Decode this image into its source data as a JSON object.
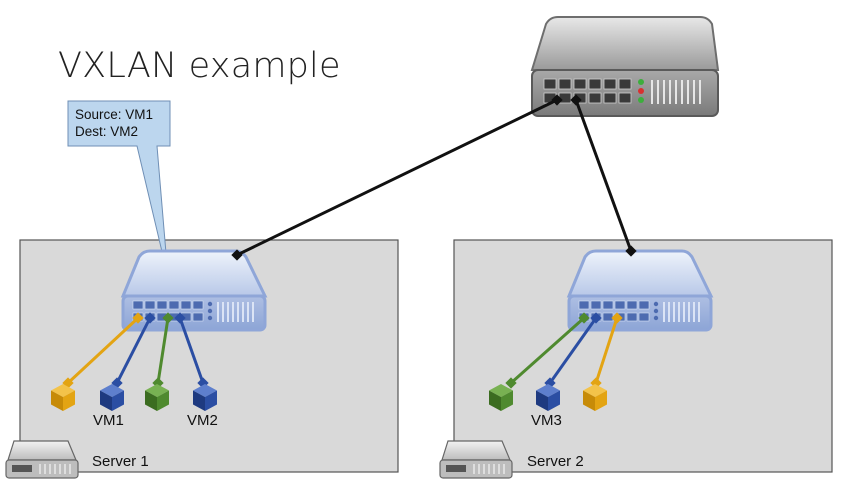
{
  "title": "VXLAN example",
  "callout": {
    "line1": "Source: VM1",
    "line2": "Dest: VM2"
  },
  "servers": [
    {
      "label": "Server 1",
      "vms": [
        {
          "color": "orange",
          "label": ""
        },
        {
          "color": "blue",
          "label": "VM1"
        },
        {
          "color": "green",
          "label": ""
        },
        {
          "color": "blue",
          "label": "VM2"
        }
      ]
    },
    {
      "label": "Server 2",
      "vms": [
        {
          "color": "green",
          "label": ""
        },
        {
          "color": "blue",
          "label": "VM3"
        },
        {
          "color": "orange",
          "label": ""
        }
      ]
    }
  ],
  "colors": {
    "orange": "#e3a413",
    "blue": "#2b4ea3",
    "green": "#4f8a2f",
    "server_box": "#d9d9d9",
    "switch_blue": "#c9d6ee",
    "core_gray": "#8c8c8c"
  },
  "icons": [
    "core-router-icon",
    "virtual-switch-icon",
    "vm-cube-icon",
    "server-icon"
  ]
}
